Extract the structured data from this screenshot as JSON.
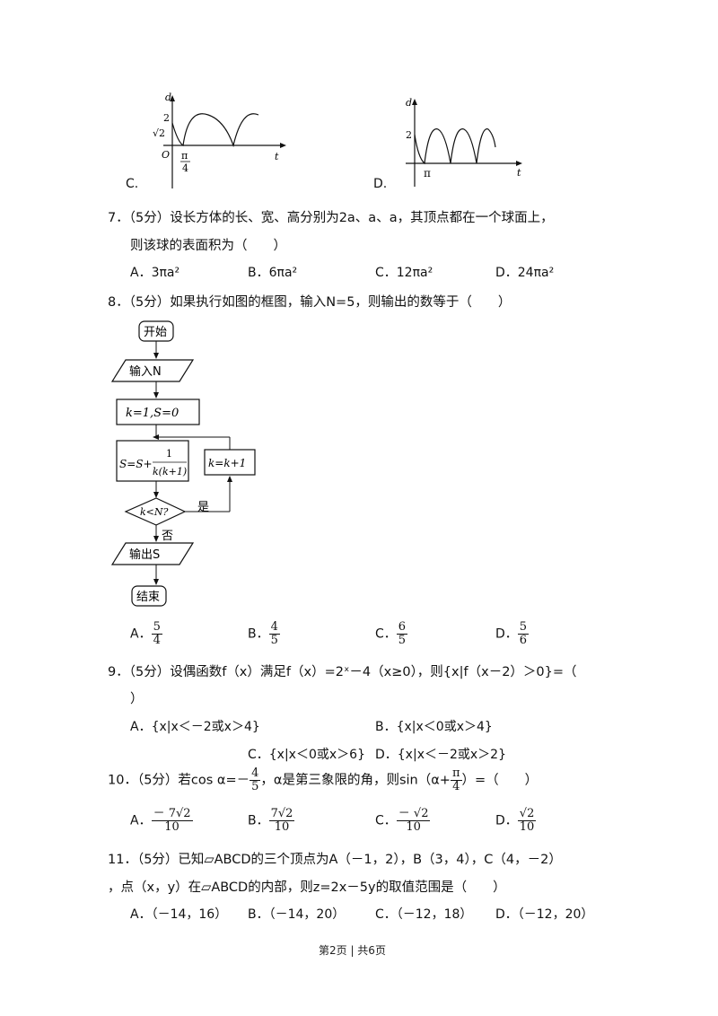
{
  "graphs": {
    "c_label": "C.",
    "d_label": "D.",
    "c_axis_y": "d",
    "c_axis_x": "t",
    "c_tick_2": "2",
    "c_tick_sqrt2": "√2",
    "c_origin": "O",
    "c_pi": "π",
    "c_four": "4",
    "d_axis_y": "d",
    "d_axis_x": "t",
    "d_tick_2": "2",
    "d_pi": "π"
  },
  "q7": {
    "stem_line1": "7．（5分）设长方体的长、宽、高分别为2a、a、a，其顶点都在一个球面上，",
    "stem_line2": "则该球的表面积为（　　）",
    "options": [
      "A．3πa²",
      "B．6πa²",
      "C．12πa²",
      "D．24πa²"
    ]
  },
  "q8": {
    "stem": "8．（5分）如果执行如图的框图，输入N=5，则输出的数等于（　　）",
    "flow": {
      "start": "开始",
      "input": "输入N",
      "init": "k=1,S=0",
      "assign_prefix": "S=S+",
      "assign_num": "1",
      "assign_den": "k(k+1)",
      "inc": "k=k+1",
      "cond": "k<N?",
      "yes": "是",
      "no": "否",
      "output": "输出S",
      "end": "结束"
    },
    "options": [
      {
        "label": "A．",
        "num": "5",
        "den": "4"
      },
      {
        "label": "B．",
        "num": "4",
        "den": "5"
      },
      {
        "label": "C．",
        "num": "6",
        "den": "5"
      },
      {
        "label": "D．",
        "num": "5",
        "den": "6"
      }
    ]
  },
  "q9": {
    "stem_line1": "9．（5分）设偶函数f（x）满足f（x）=2ˣ－4（x≥0），则{x|f（x－2）＞0}=（",
    "stem_line2": "）",
    "opt_a": "A．{x|x＜－2或x＞4}",
    "opt_b": "B．{x|x＜0或x＞4}",
    "opt_c": "C．{x|x＜0或x＞6}",
    "opt_d": "D．{x|x＜－2或x＞2}"
  },
  "q10": {
    "stem_prefix": "10．（5分）若cos α=－",
    "stem_num": "4",
    "stem_den": "5",
    "stem_mid": "，α是第三象限的角，则sin（α+",
    "stem_num2": "π",
    "stem_den2": "4",
    "stem_suffix": "）=（　　）",
    "options": [
      {
        "label": "A．",
        "num": "－ 7√2",
        "den": "10"
      },
      {
        "label": "B．",
        "num": "7√2",
        "den": "10"
      },
      {
        "label": "C．",
        "num": "－ √2",
        "den": "10"
      },
      {
        "label": "D．",
        "num": "√2",
        "den": "10"
      }
    ]
  },
  "q11": {
    "stem_line1": "11．（5分）已知▱ABCD的三个顶点为A（－1，2），B（3，4），C（4，－2）",
    "stem_line2": "，点（x，y）在▱ABCD的内部，则z=2x－5y的取值范围是（　　）",
    "options": [
      "A．（－14，16）",
      "B．（－14，20）",
      "C．（－12，18）",
      "D．（－12，20）"
    ]
  },
  "footer": "第2页 | 共6页"
}
